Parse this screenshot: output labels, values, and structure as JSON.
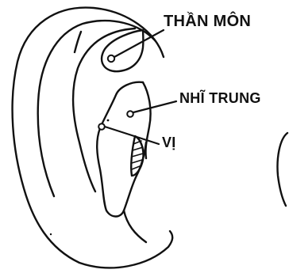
{
  "labels": {
    "than_mon": "THẦN MÔN",
    "nhi_trung": "NHĨ TRUNG",
    "vi": "VỊ"
  },
  "colors": {
    "ink": "#111111",
    "background": "#ffffff"
  }
}
